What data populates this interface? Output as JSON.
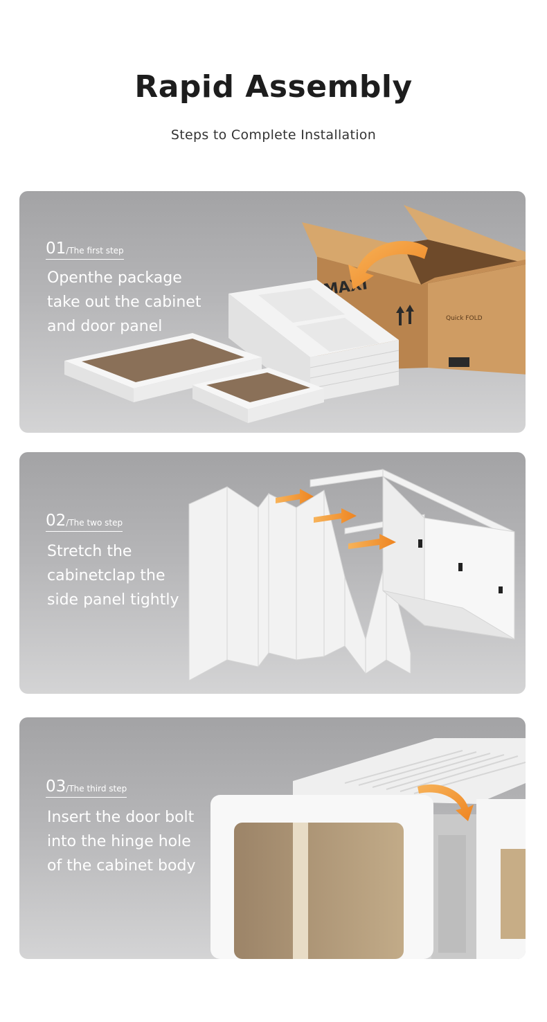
{
  "header": {
    "title": "Rapid Assembly",
    "subtitle": "Steps to Complete Installation"
  },
  "steps": [
    {
      "number": "01",
      "name": "/The first step",
      "lines": [
        "Openthe package",
        "take out the cabinet",
        "and door panel"
      ]
    },
    {
      "number": "02",
      "name": "/The two step",
      "lines": [
        "Stretch the",
        "cabinetclap the",
        "side panel tightly"
      ]
    },
    {
      "number": "03",
      "name": "/The third step",
      "lines": [
        "Insert the door bolt",
        "into the hinge hole",
        "of the cabinet body"
      ]
    }
  ],
  "box_print": {
    "brand": "MAXI",
    "series": "Quick FOLD"
  },
  "colors": {
    "arrow": "#f39a2e",
    "cardboard": "#c8965e",
    "panel": "#f5f5f5",
    "window": "#8a7058"
  }
}
